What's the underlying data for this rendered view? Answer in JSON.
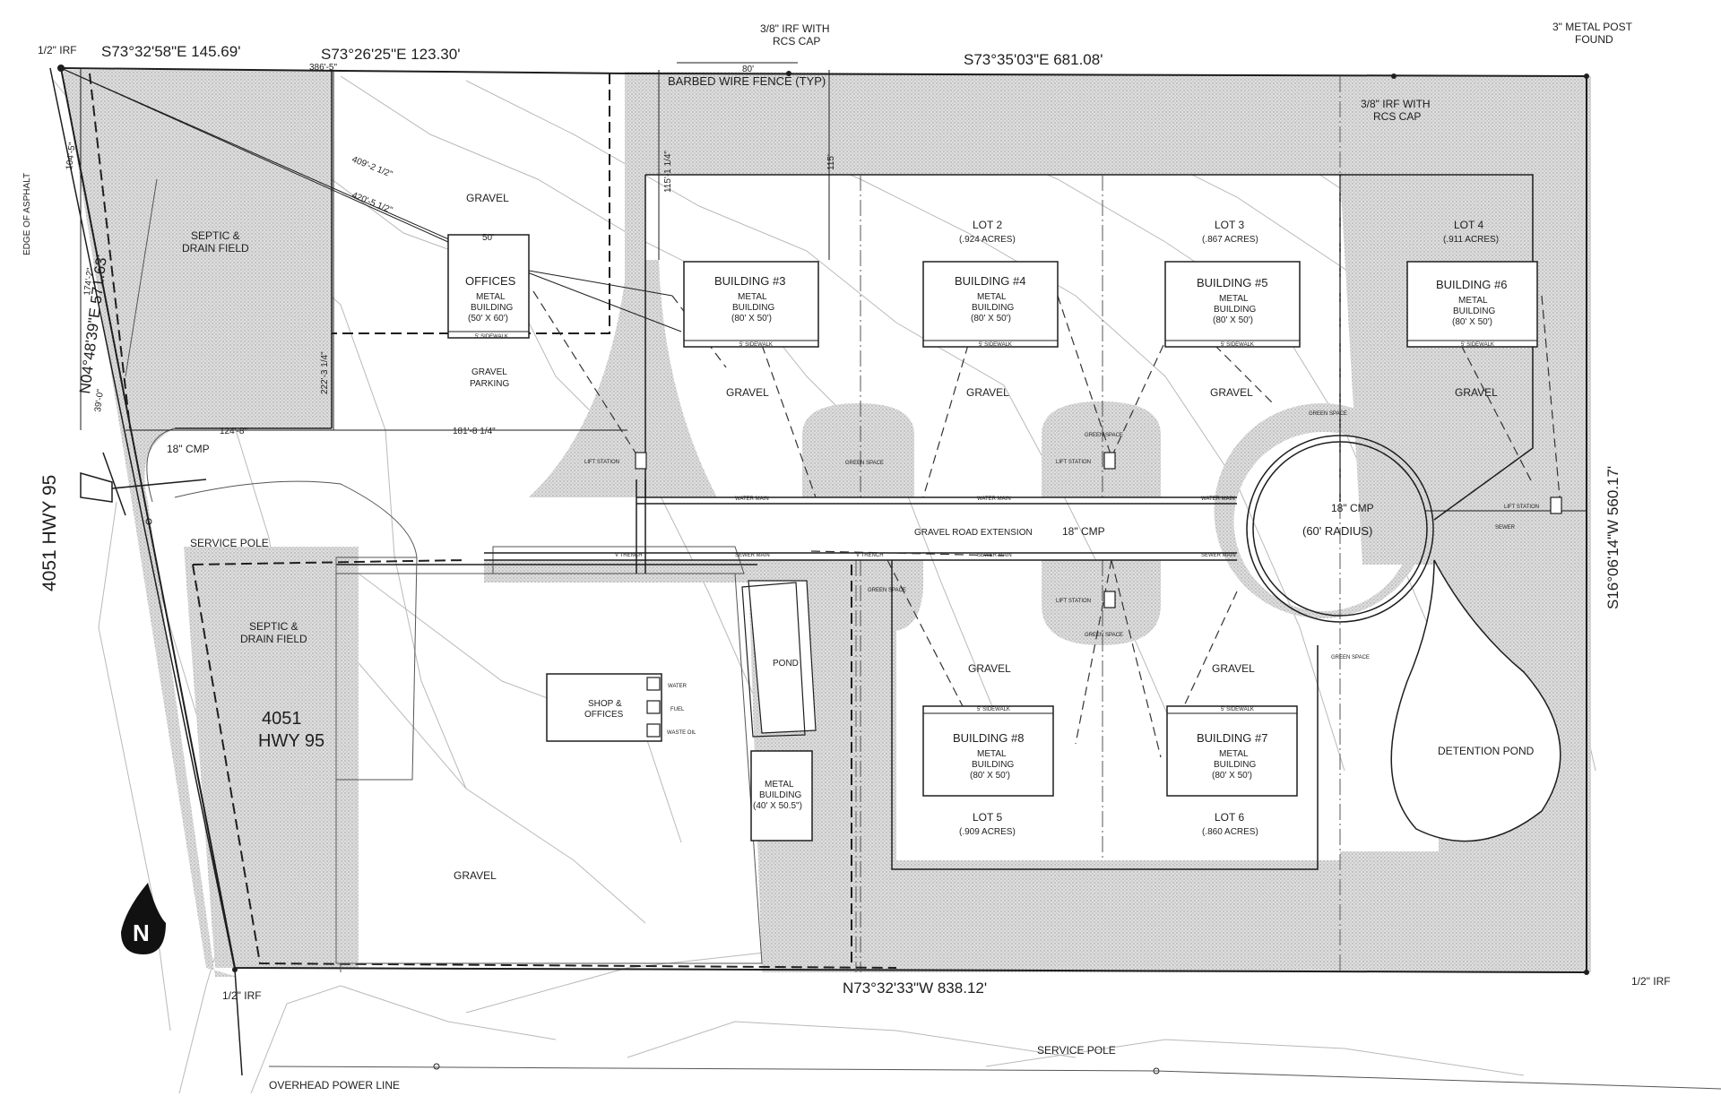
{
  "bearings": {
    "top_1": "S73°32'58\"E 145.69'",
    "top_2": "S73°26'25\"E 123.30'",
    "top_3": "S73°35'03\"E 681.08'",
    "bottom": "N73°32'33\"W 838.12'",
    "left": "N04°48'39\"E 571.63'",
    "right": "S16°06'14\"W 560.17'"
  },
  "monuments": {
    "irf_top_left": "1/2\" IRF",
    "irf_bottom_left": "1/2\" IRF",
    "irf_bottom_right": "1/2\" IRF",
    "rcs_cap_top_1": "3/8\" IRF WITH",
    "rcs_cap_top_2": "RCS CAP",
    "rcs_cap_right_1": "3/8\" IRF WITH",
    "rcs_cap_right_2": "RCS CAP",
    "metal_post_1": "3\" METAL POST",
    "metal_post_2": "FOUND"
  },
  "highway": {
    "side_label": "4051 HWY 95",
    "address_1": "4051",
    "address_2": "HWY 95",
    "edge_asphalt": "EDGE OF ASPHALT"
  },
  "dimensions": {
    "d_386": "386'-5\"",
    "d_80": "80'",
    "d_409": "409'-2 1/2\"",
    "d_420": "420'-5 1/2\"",
    "d_115_1": "115'-1 1/4\"",
    "d_115": "115'",
    "d_50": "50'",
    "d_222": "222'-3 1/4\"",
    "d_124": "124'-8\"",
    "d_181": "181'-8 1/4\"",
    "d_104": "104'-5\"",
    "d_174": "174'-2\"",
    "d_39": "39'-0\""
  },
  "labels": {
    "barbed_fence": "BARBED WIRE FENCE (TYP)",
    "gravel": "GRAVEL",
    "gravel_parking_1": "GRAVEL",
    "gravel_parking_2": "PARKING",
    "septic_1": "SEPTIC &",
    "septic_2": "DRAIN FIELD",
    "cmp_18": "18\" CMP",
    "service_pole": "SERVICE POLE",
    "overhead_power": "OVERHEAD POWER LINE",
    "green_space": "GREEN SPACE",
    "lift_station": "LIFT STATION",
    "gravel_road_ext": "GRAVEL ROAD EXTENSION",
    "radius": "(60' RADIUS)",
    "detention_pond": "DETENTION POND",
    "pond": "POND",
    "water": "WATER",
    "fuel": "FUEL",
    "waste_oil": "WASTE OIL",
    "water_main": "WATER MAIN",
    "sewer_main": "SEWER MAIN",
    "sewer": "SEWER",
    "trench": "V TRENCH",
    "sidewalk": "5' SIDEWALK",
    "north": "N"
  },
  "buildings": {
    "offices": {
      "name": "OFFICES",
      "type_1": "METAL",
      "type_2": "BUILDING",
      "size": "(50' X 60')"
    },
    "b3": {
      "name": "BUILDING #3",
      "type_1": "METAL",
      "type_2": "BUILDING",
      "size": "(80' X 50')"
    },
    "b4": {
      "name": "BUILDING #4",
      "type_1": "METAL",
      "type_2": "BUILDING",
      "size": "(80' X 50')"
    },
    "b5": {
      "name": "BUILDING #5",
      "type_1": "METAL",
      "type_2": "BUILDING",
      "size": "(80' X 50')"
    },
    "b6": {
      "name": "BUILDING #6",
      "type_1": "METAL",
      "type_2": "BUILDING",
      "size": "(80' X 50')"
    },
    "b7": {
      "name": "BUILDING #7",
      "type_1": "METAL",
      "type_2": "BUILDING",
      "size": "(80' X 50')"
    },
    "b8": {
      "name": "BUILDING #8",
      "type_1": "METAL",
      "type_2": "BUILDING",
      "size": "(80' X 50')"
    },
    "shop_1": "SHOP &",
    "shop_2": "OFFICES",
    "metal_bldg": {
      "type_1": "METAL",
      "type_2": "BUILDING",
      "size": "(40' X 50.5\")"
    }
  },
  "lots": {
    "lot2": {
      "name": "LOT 2",
      "acres": "(.924 ACRES)"
    },
    "lot3": {
      "name": "LOT 3",
      "acres": "(.867 ACRES)"
    },
    "lot4": {
      "name": "LOT 4",
      "acres": "(.911 ACRES)"
    },
    "lot5": {
      "name": "LOT 5",
      "acres": "(.909 ACRES)"
    },
    "lot6": {
      "name": "LOT 6",
      "acres": "(.860 ACRES)"
    }
  },
  "colors": {
    "line": "#1e1e1e",
    "stipple": "#c9c9c9",
    "contour": "#b3b3b3"
  }
}
